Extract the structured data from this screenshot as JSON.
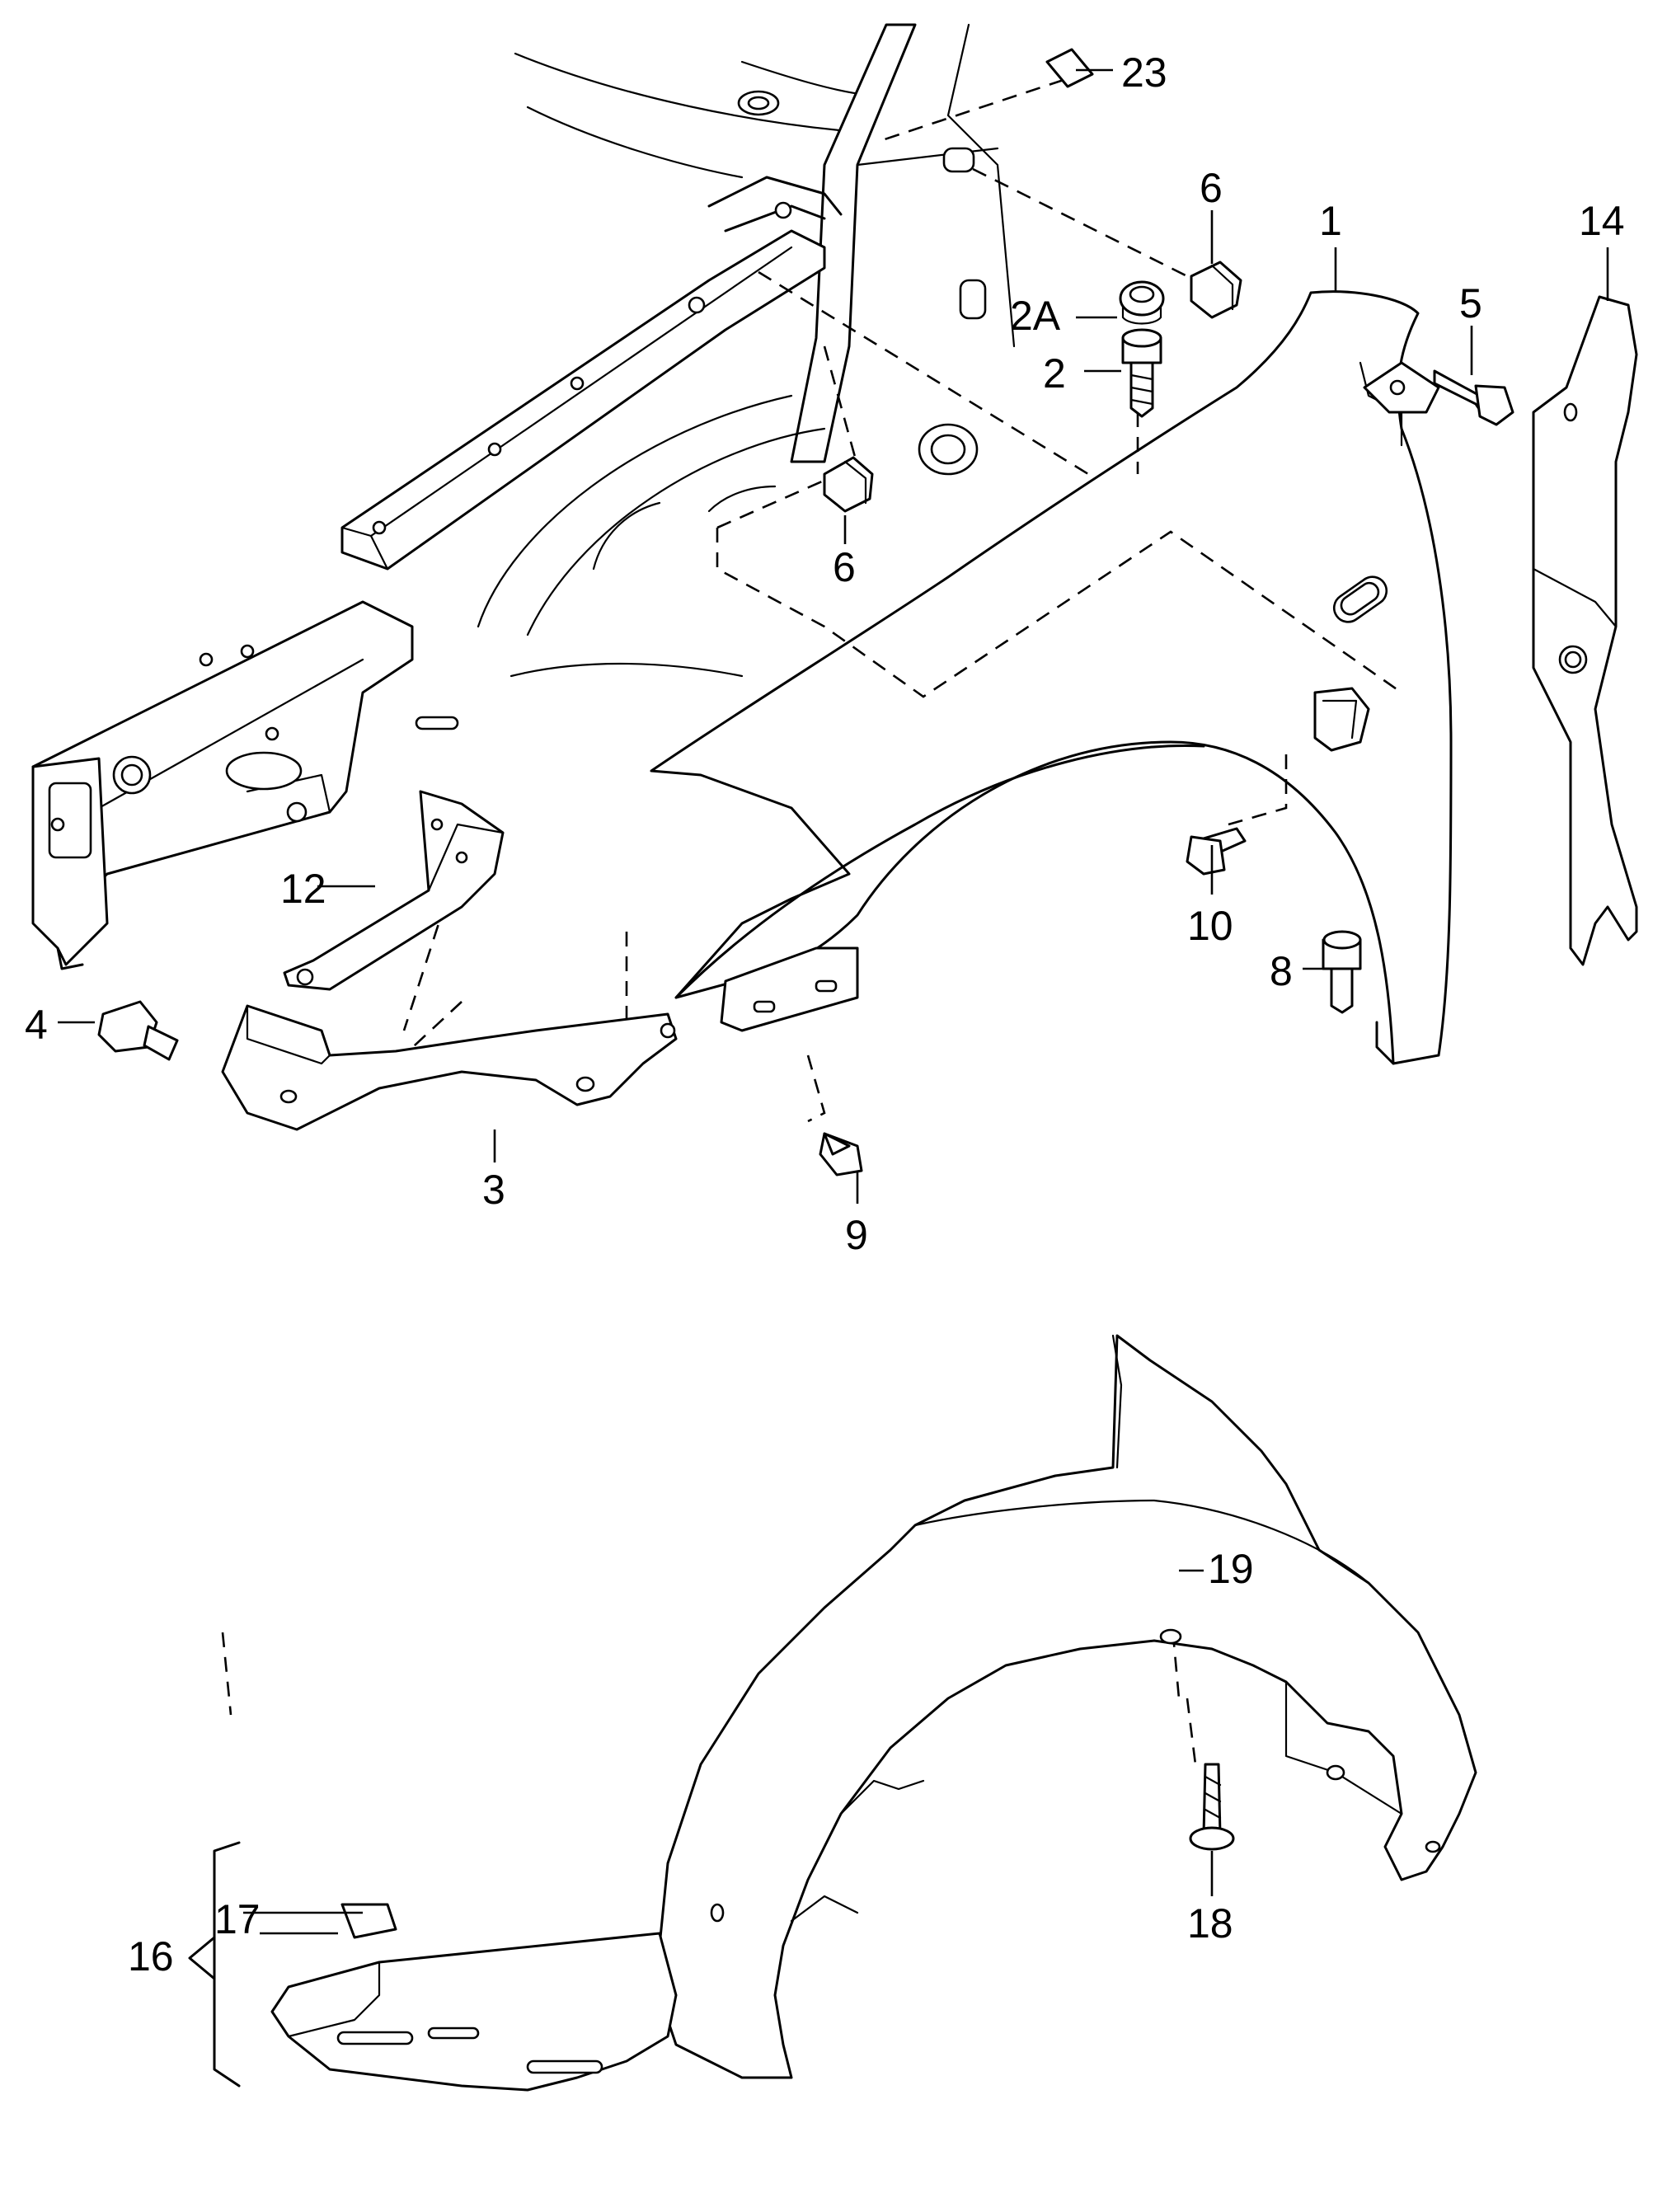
{
  "callouts": [
    {
      "key": "c1",
      "label": "1"
    },
    {
      "key": "c2",
      "label": "2"
    },
    {
      "key": "c2a",
      "label": "2A"
    },
    {
      "key": "c3",
      "label": "3"
    },
    {
      "key": "c4",
      "label": "4"
    },
    {
      "key": "c5",
      "label": "5"
    },
    {
      "key": "c6a",
      "label": "6"
    },
    {
      "key": "c6b",
      "label": "6"
    },
    {
      "key": "c8",
      "label": "8"
    },
    {
      "key": "c9",
      "label": "9"
    },
    {
      "key": "c10",
      "label": "10"
    },
    {
      "key": "c12",
      "label": "12"
    },
    {
      "key": "c14",
      "label": "14"
    },
    {
      "key": "c16",
      "label": "16"
    },
    {
      "key": "c17",
      "label": "17"
    },
    {
      "key": "c18",
      "label": "18"
    },
    {
      "key": "c19",
      "label": "19"
    },
    {
      "key": "c23",
      "label": "23"
    }
  ]
}
